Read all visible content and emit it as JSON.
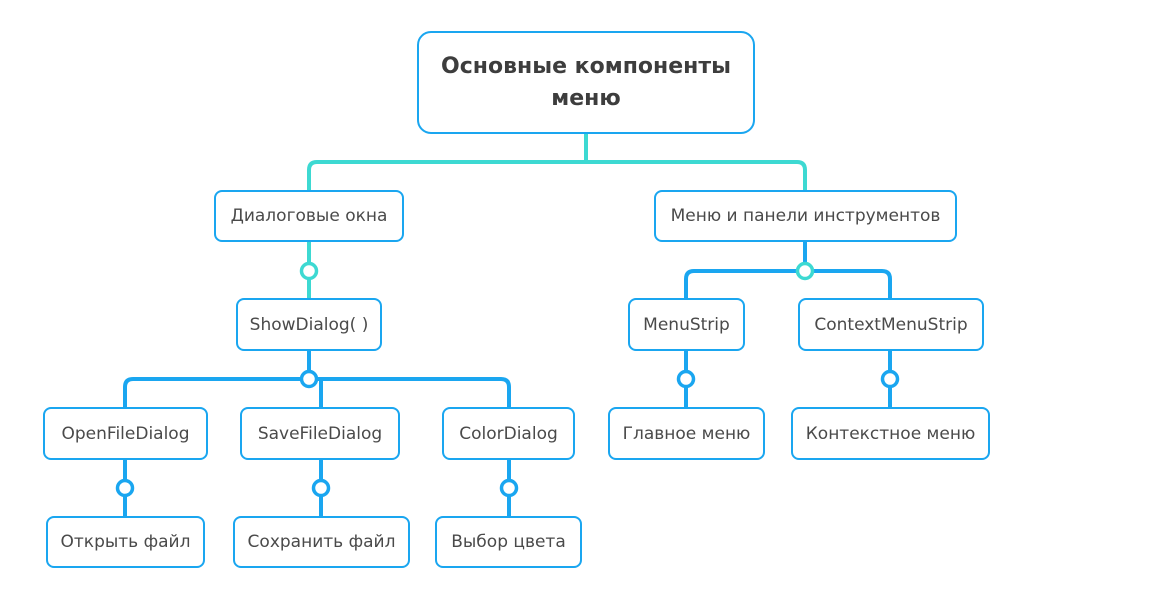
{
  "diagram": {
    "root": {
      "label": "Основные компоненты меню"
    },
    "level1": {
      "dialogs": "Диалоговые окна",
      "menus": "Меню и панели инструментов"
    },
    "level2": {
      "show_dialog": "ShowDialog( )",
      "menu_strip": "MenuStrip",
      "context_menu_strip": "ContextMenuStrip"
    },
    "level3": {
      "open_file_dialog": "OpenFileDialog",
      "save_file_dialog": "SaveFileDialog",
      "color_dialog": "ColorDialog",
      "main_menu": "Главное меню",
      "context_menu": "Контекстное меню"
    },
    "level4": {
      "open_file": "Открыть файл",
      "save_file": "Сохранить файл",
      "choose_color": "Выбор цвета"
    },
    "colors": {
      "node_border": "#1aa6f0",
      "connector_primary": "#1aa6f0",
      "connector_accent": "#3dd9d2",
      "text": "#4a4a4a"
    }
  }
}
